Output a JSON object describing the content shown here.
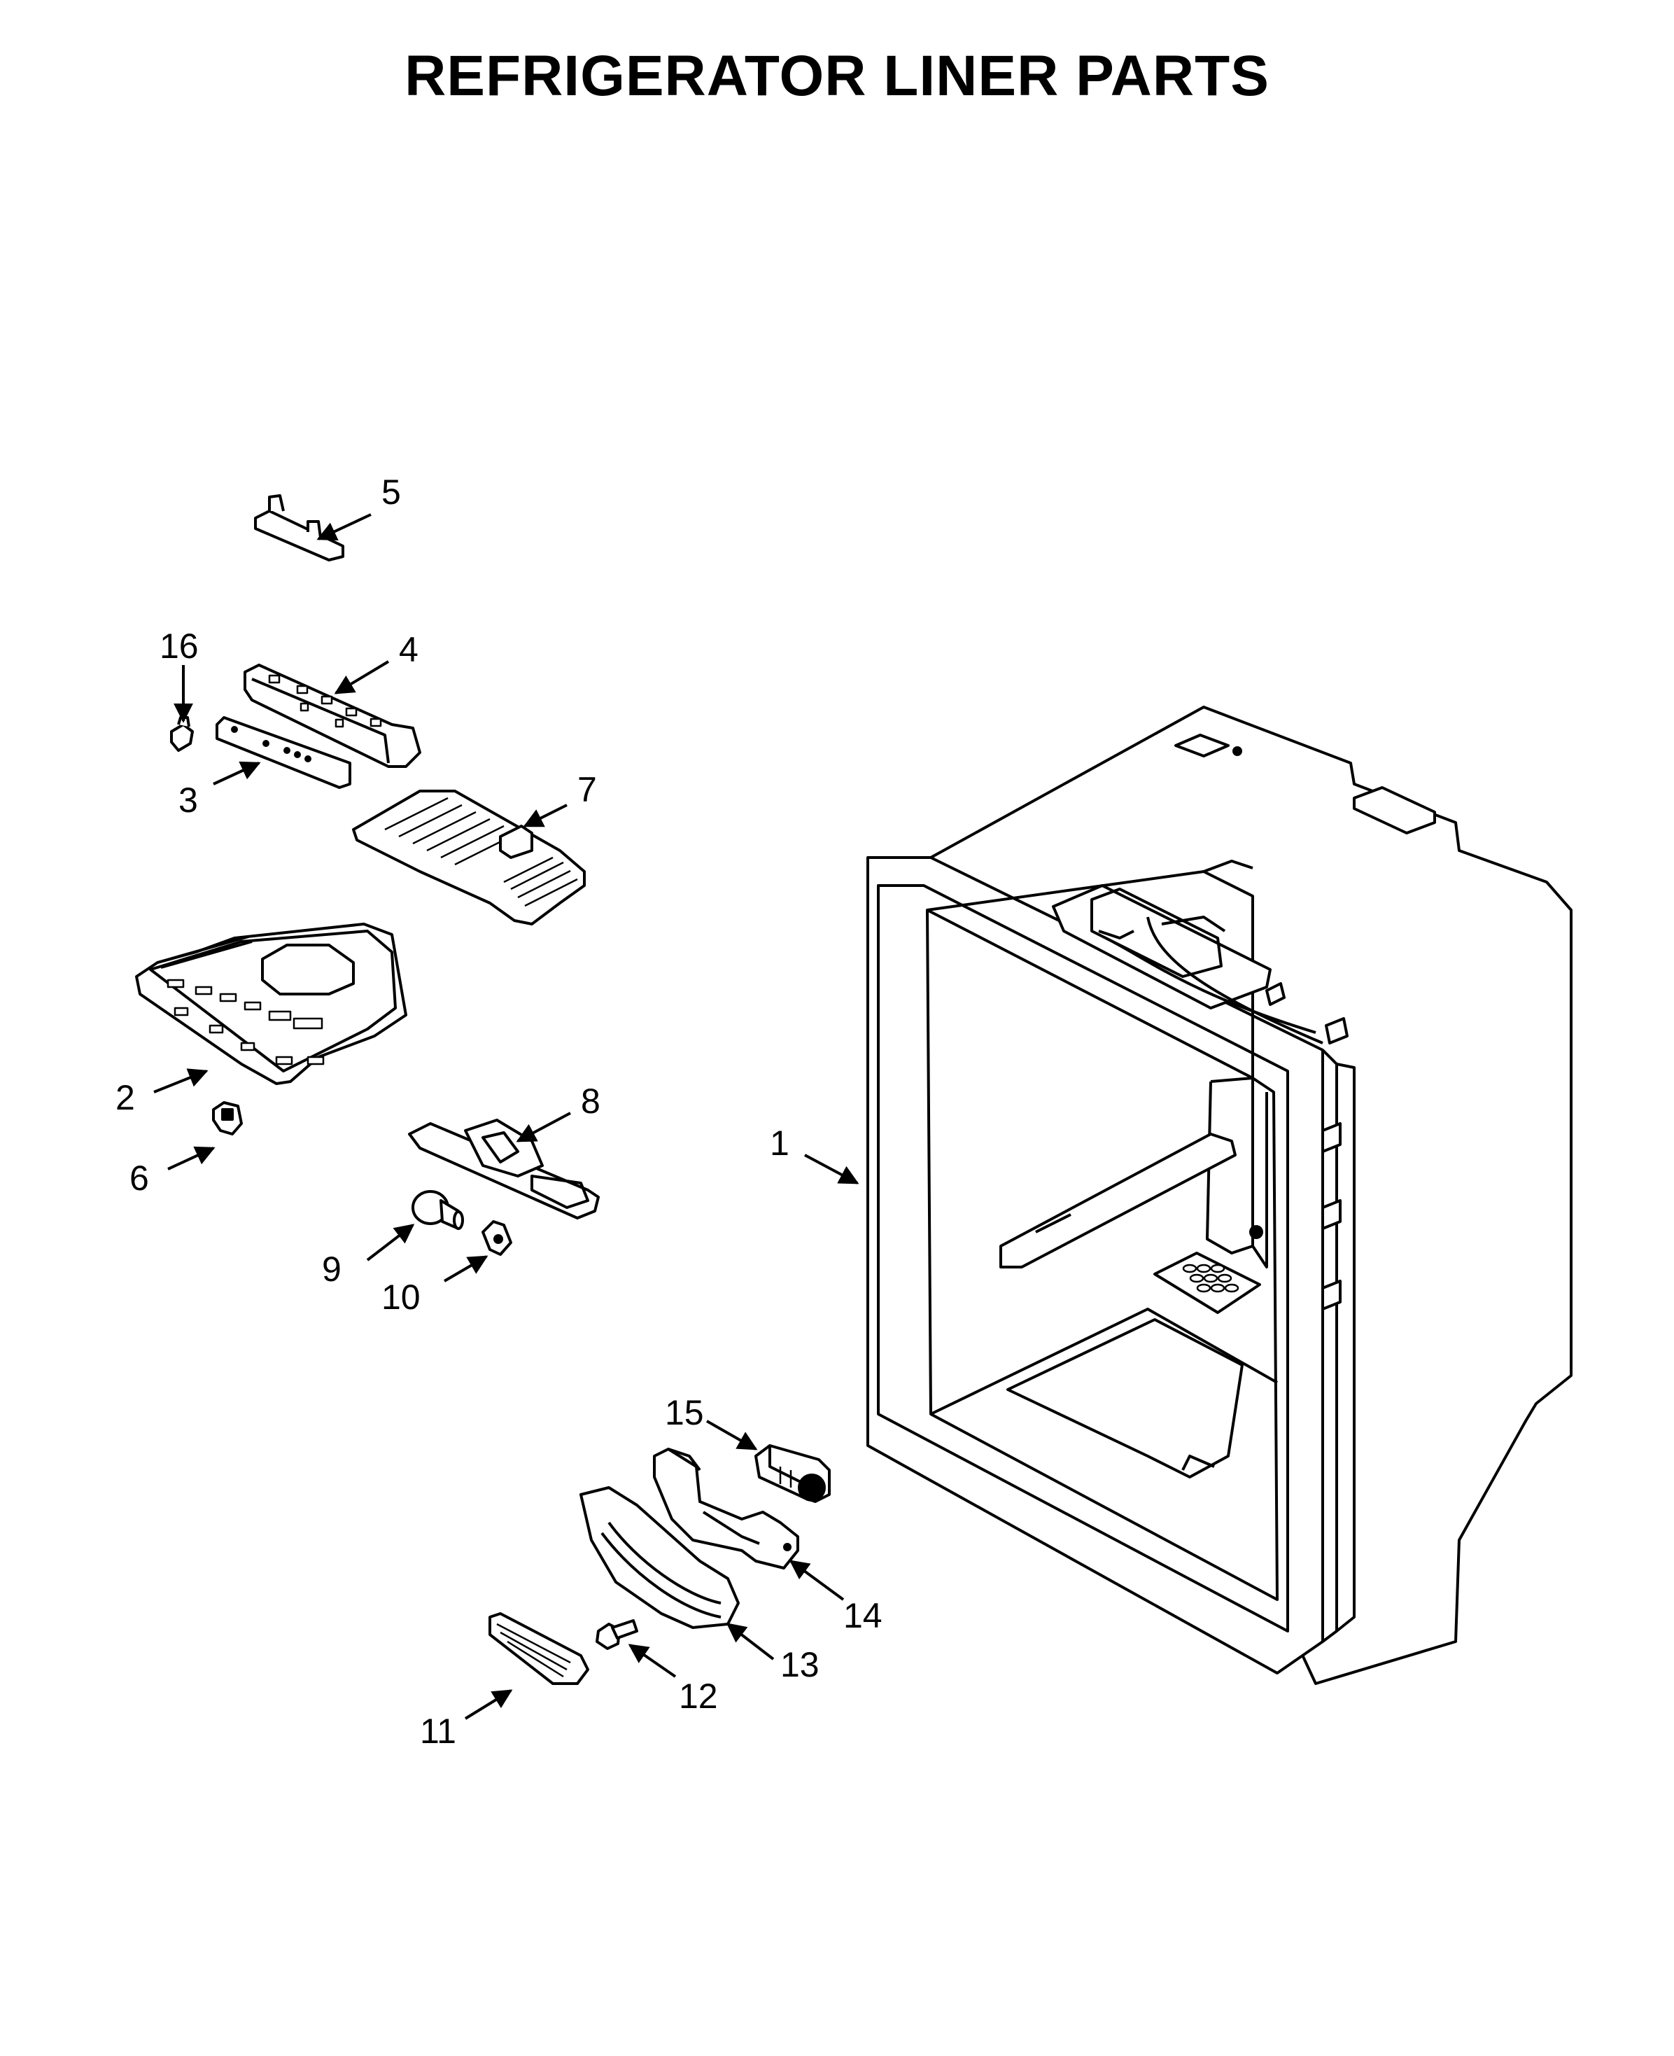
{
  "title": "REFRIGERATOR LINER PARTS",
  "callouts": {
    "c1": "1",
    "c2": "2",
    "c3": "3",
    "c4": "4",
    "c5": "5",
    "c6": "6",
    "c7": "7",
    "c8": "8",
    "c9": "9",
    "c10": "10",
    "c11": "11",
    "c12": "12",
    "c13": "13",
    "c14": "14",
    "c15": "15",
    "c16": "16"
  }
}
